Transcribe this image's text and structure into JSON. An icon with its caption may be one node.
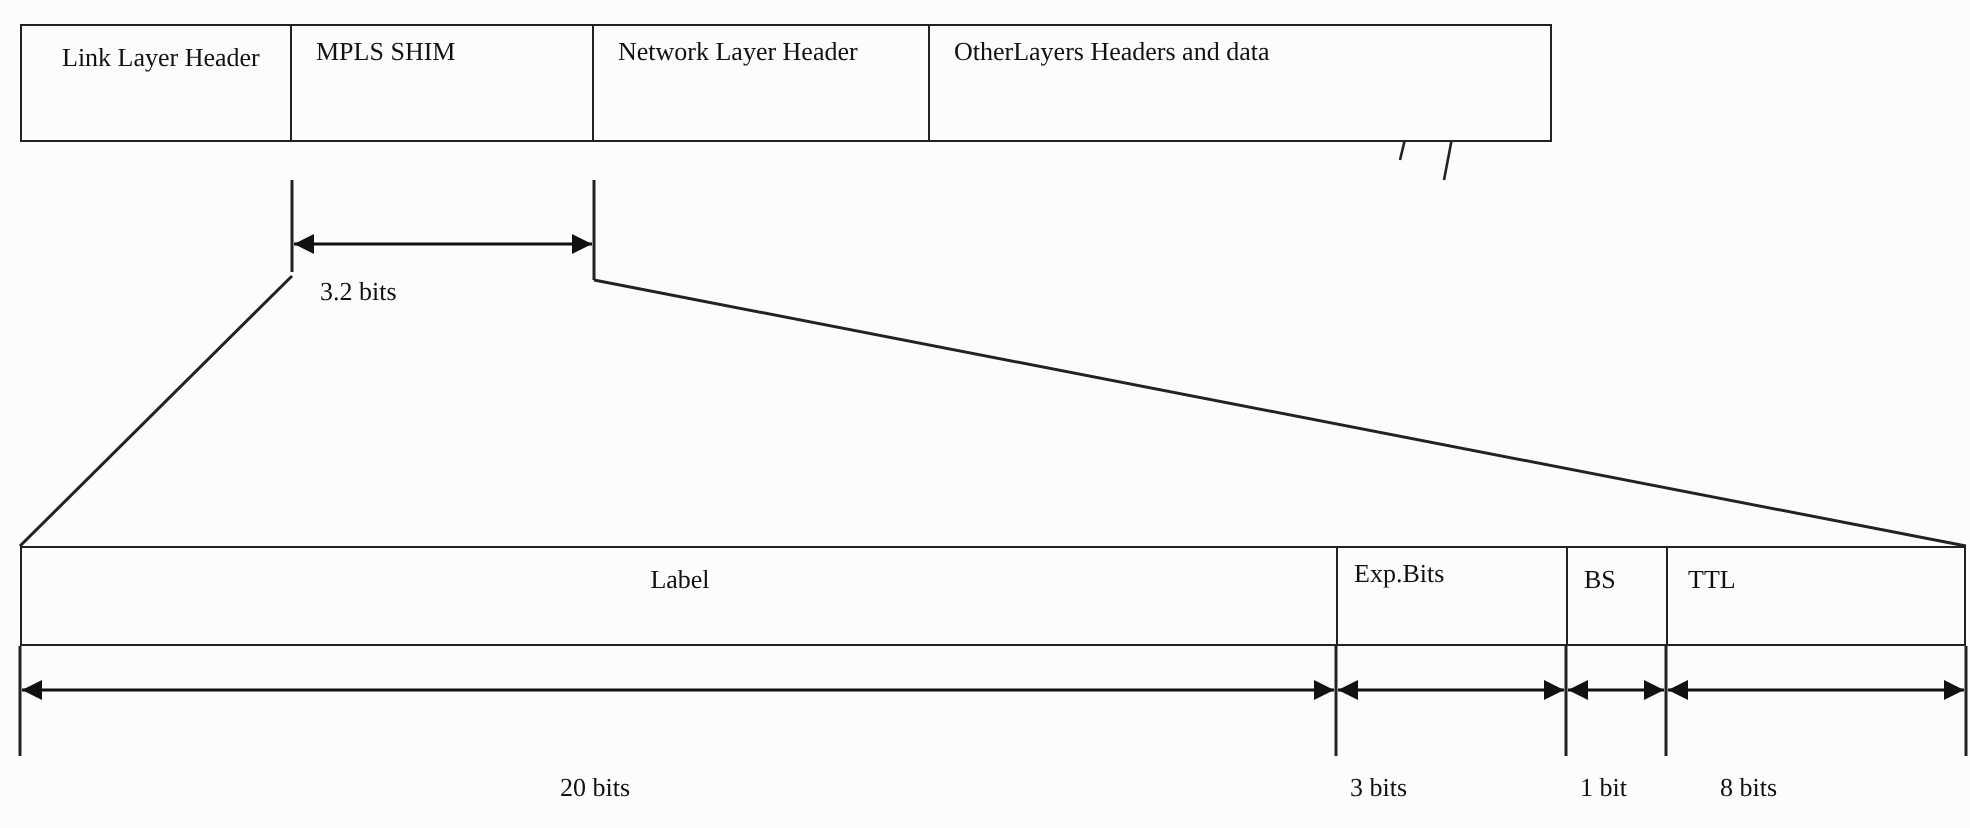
{
  "diagram": {
    "nodes": [
      {
        "text": [
          "Link Layer Header"
        ]
      },
      {
        "text": [
          "MPLS SHIM"
        ]
      },
      {
        "text": [
          "Network Layer Header"
        ]
      },
      {
        "text": [
          "OtherLayers Headers and data"
        ]
      },
      {
        "text": [
          "Label"
        ]
      },
      {
        "text": [
          "Exp.Bits"
        ]
      },
      {
        "text": [
          "BS"
        ]
      },
      {
        "text": [
          "TTL"
        ]
      }
    ],
    "labels": [
      "3.2 bits",
      "20 bits",
      "3 bits",
      "1 bit",
      "8 bits"
    ]
  }
}
